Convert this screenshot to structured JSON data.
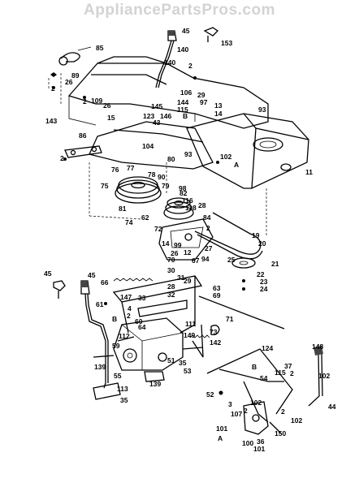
{
  "watermark": "AppliancePartsPros.com",
  "diagram": {
    "callouts": [
      {
        "id": "c45a",
        "text": "45"
      },
      {
        "id": "c140a",
        "text": "140"
      },
      {
        "id": "c153",
        "text": "153"
      },
      {
        "id": "c85",
        "text": "85"
      },
      {
        "id": "c89",
        "text": "89"
      },
      {
        "id": "c26a",
        "text": "26"
      },
      {
        "id": "c2a",
        "text": "2"
      },
      {
        "id": "c140b",
        "text": "140"
      },
      {
        "id": "c2b",
        "text": "2"
      },
      {
        "id": "c106",
        "text": "106"
      },
      {
        "id": "c29",
        "text": "29"
      },
      {
        "id": "c97",
        "text": "97"
      },
      {
        "id": "c13",
        "text": "13"
      },
      {
        "id": "c109",
        "text": "109"
      },
      {
        "id": "c2c",
        "text": "2"
      },
      {
        "id": "c26b",
        "text": "26"
      },
      {
        "id": "c145",
        "text": "145"
      },
      {
        "id": "c144",
        "text": "144"
      },
      {
        "id": "c115a",
        "text": "115"
      },
      {
        "id": "c14",
        "text": "14"
      },
      {
        "id": "c93a",
        "text": "93"
      },
      {
        "id": "c123",
        "text": "123"
      },
      {
        "id": "c146",
        "text": "146"
      },
      {
        "id": "c143",
        "text": "143"
      },
      {
        "id": "c15",
        "text": "15"
      },
      {
        "id": "cB1",
        "text": "B"
      },
      {
        "id": "c43",
        "text": "43"
      },
      {
        "id": "c86",
        "text": "86"
      },
      {
        "id": "c104",
        "text": "104"
      },
      {
        "id": "c2d",
        "text": "2"
      },
      {
        "id": "c80",
        "text": "80"
      },
      {
        "id": "c93b",
        "text": "93"
      },
      {
        "id": "c102a",
        "text": "102"
      },
      {
        "id": "cA1",
        "text": "A"
      },
      {
        "id": "c11",
        "text": "11"
      },
      {
        "id": "c76",
        "text": "76"
      },
      {
        "id": "c77",
        "text": "77"
      },
      {
        "id": "c78",
        "text": "78"
      },
      {
        "id": "c90",
        "text": "90"
      },
      {
        "id": "c79",
        "text": "79"
      },
      {
        "id": "c98",
        "text": "98"
      },
      {
        "id": "c75",
        "text": "75"
      },
      {
        "id": "c82",
        "text": "82"
      },
      {
        "id": "c116",
        "text": "116"
      },
      {
        "id": "c81",
        "text": "81"
      },
      {
        "id": "c74",
        "text": "74"
      },
      {
        "id": "c118",
        "text": "118"
      },
      {
        "id": "c28a",
        "text": "28"
      },
      {
        "id": "c62",
        "text": "62"
      },
      {
        "id": "c84",
        "text": "84"
      },
      {
        "id": "c72",
        "text": "72"
      },
      {
        "id": "c2e",
        "text": "2"
      },
      {
        "id": "c19",
        "text": "19"
      },
      {
        "id": "c20",
        "text": "20"
      },
      {
        "id": "c14b",
        "text": "14"
      },
      {
        "id": "c99",
        "text": "99"
      },
      {
        "id": "c27",
        "text": "27"
      },
      {
        "id": "c26c",
        "text": "26"
      },
      {
        "id": "c12",
        "text": "12"
      },
      {
        "id": "c94",
        "text": "94"
      },
      {
        "id": "c70",
        "text": "70"
      },
      {
        "id": "c25",
        "text": "25"
      },
      {
        "id": "c21",
        "text": "21"
      },
      {
        "id": "c67",
        "text": "67"
      },
      {
        "id": "c22",
        "text": "22"
      },
      {
        "id": "c23",
        "text": "23"
      },
      {
        "id": "c24",
        "text": "24"
      },
      {
        "id": "c45b",
        "text": "45"
      },
      {
        "id": "c45c",
        "text": "45"
      },
      {
        "id": "c30",
        "text": "30"
      },
      {
        "id": "c31",
        "text": "31"
      },
      {
        "id": "c29b",
        "text": "29"
      },
      {
        "id": "c66",
        "text": "66"
      },
      {
        "id": "c28b",
        "text": "28"
      },
      {
        "id": "c63",
        "text": "63"
      },
      {
        "id": "c69",
        "text": "69"
      },
      {
        "id": "c147",
        "text": "147"
      },
      {
        "id": "c33",
        "text": "33"
      },
      {
        "id": "c32",
        "text": "32"
      },
      {
        "id": "c61",
        "text": "61"
      },
      {
        "id": "c4",
        "text": "4"
      },
      {
        "id": "c2f",
        "text": "2"
      },
      {
        "id": "c60",
        "text": "60"
      },
      {
        "id": "c64",
        "text": "64"
      },
      {
        "id": "c71",
        "text": "71"
      },
      {
        "id": "c111",
        "text": "111"
      },
      {
        "id": "cB2",
        "text": "B"
      },
      {
        "id": "c73",
        "text": "73"
      },
      {
        "id": "c112",
        "text": "112"
      },
      {
        "id": "c149",
        "text": "149"
      },
      {
        "id": "c59",
        "text": "59"
      },
      {
        "id": "c142",
        "text": "142"
      },
      {
        "id": "c51",
        "text": "51"
      },
      {
        "id": "c35a",
        "text": "35"
      },
      {
        "id": "c139a",
        "text": "139"
      },
      {
        "id": "c139b",
        "text": "139"
      },
      {
        "id": "c55",
        "text": "55"
      },
      {
        "id": "c113",
        "text": "113"
      },
      {
        "id": "c53",
        "text": "53"
      },
      {
        "id": "c35b",
        "text": "35"
      },
      {
        "id": "c124",
        "text": "124"
      },
      {
        "id": "c148",
        "text": "148"
      },
      {
        "id": "cB3",
        "text": "B"
      },
      {
        "id": "c115b",
        "text": "115"
      },
      {
        "id": "c37",
        "text": "37"
      },
      {
        "id": "c54",
        "text": "54"
      },
      {
        "id": "c102b",
        "text": "102"
      },
      {
        "id": "c2g",
        "text": "2"
      },
      {
        "id": "c52",
        "text": "52"
      },
      {
        "id": "c44",
        "text": "44"
      },
      {
        "id": "c3",
        "text": "3"
      },
      {
        "id": "c102c",
        "text": "102"
      },
      {
        "id": "c2h",
        "text": "2"
      },
      {
        "id": "c107",
        "text": "107"
      },
      {
        "id": "c36",
        "text": "36"
      },
      {
        "id": "c150",
        "text": "150"
      },
      {
        "id": "c101a",
        "text": "101"
      },
      {
        "id": "cA2",
        "text": "A"
      },
      {
        "id": "c100",
        "text": "100"
      },
      {
        "id": "c101b",
        "text": "101"
      },
      {
        "id": "c102d",
        "text": "102"
      },
      {
        "id": "c2i",
        "text": "2"
      }
    ]
  }
}
